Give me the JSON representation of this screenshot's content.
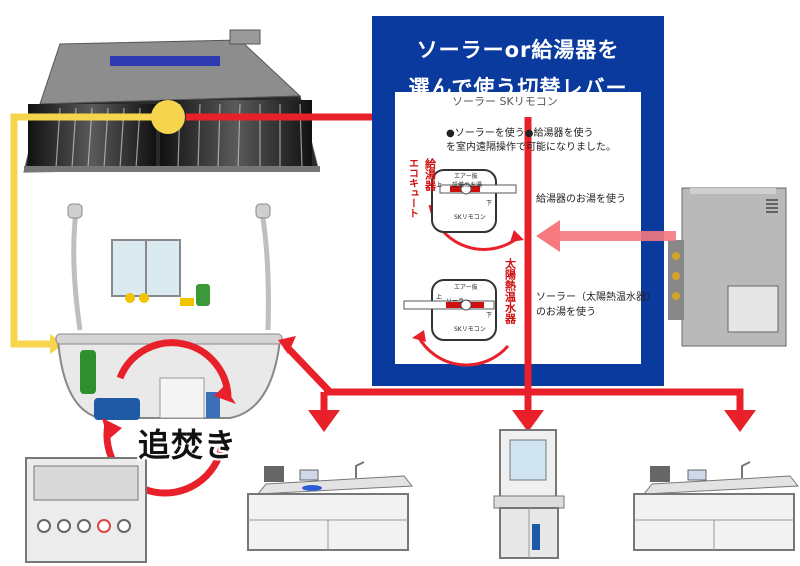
{
  "title_line1": "ソーラーor給湯器を",
  "title_line2": "選んで使う切替レバー",
  "card": {
    "header_partial": "ソーラー SKリモコン",
    "bullet_line1": "●ソーラーを使う●給湯器を使う",
    "bullet_line2": "を室内遠隔操作で可能になりました。",
    "label_heater": "給湯器のお湯を使う",
    "label_solar_line1": "ソーラー（太陽熱温水器）",
    "label_solar_line2": "のお湯を使う",
    "left_vertical_1": "給湯器",
    "left_vertical_2": "エコキュート",
    "right_vertical": "太陽熱温水器",
    "dial_top_label": "エアー抜",
    "dial_bottom_label": "SKリモコン",
    "dial_side_top": "上",
    "dial_side_bottom": "下",
    "dial1_text": "設備のお湯",
    "dial2_text": "ソーラー"
  },
  "oitaki_label": "追焚き",
  "colors": {
    "panel_blue": "#0a3a9e",
    "pipe_red": "#e8202a",
    "pipe_pink": "#f47a7f",
    "pipe_yellow": "#f7d44e"
  },
  "icons": [
    "solar-heater-icon",
    "water-heater-icon",
    "bathtub-icon",
    "bath-controller-icon",
    "kitchen-sink-icon",
    "washbasin-icon"
  ]
}
